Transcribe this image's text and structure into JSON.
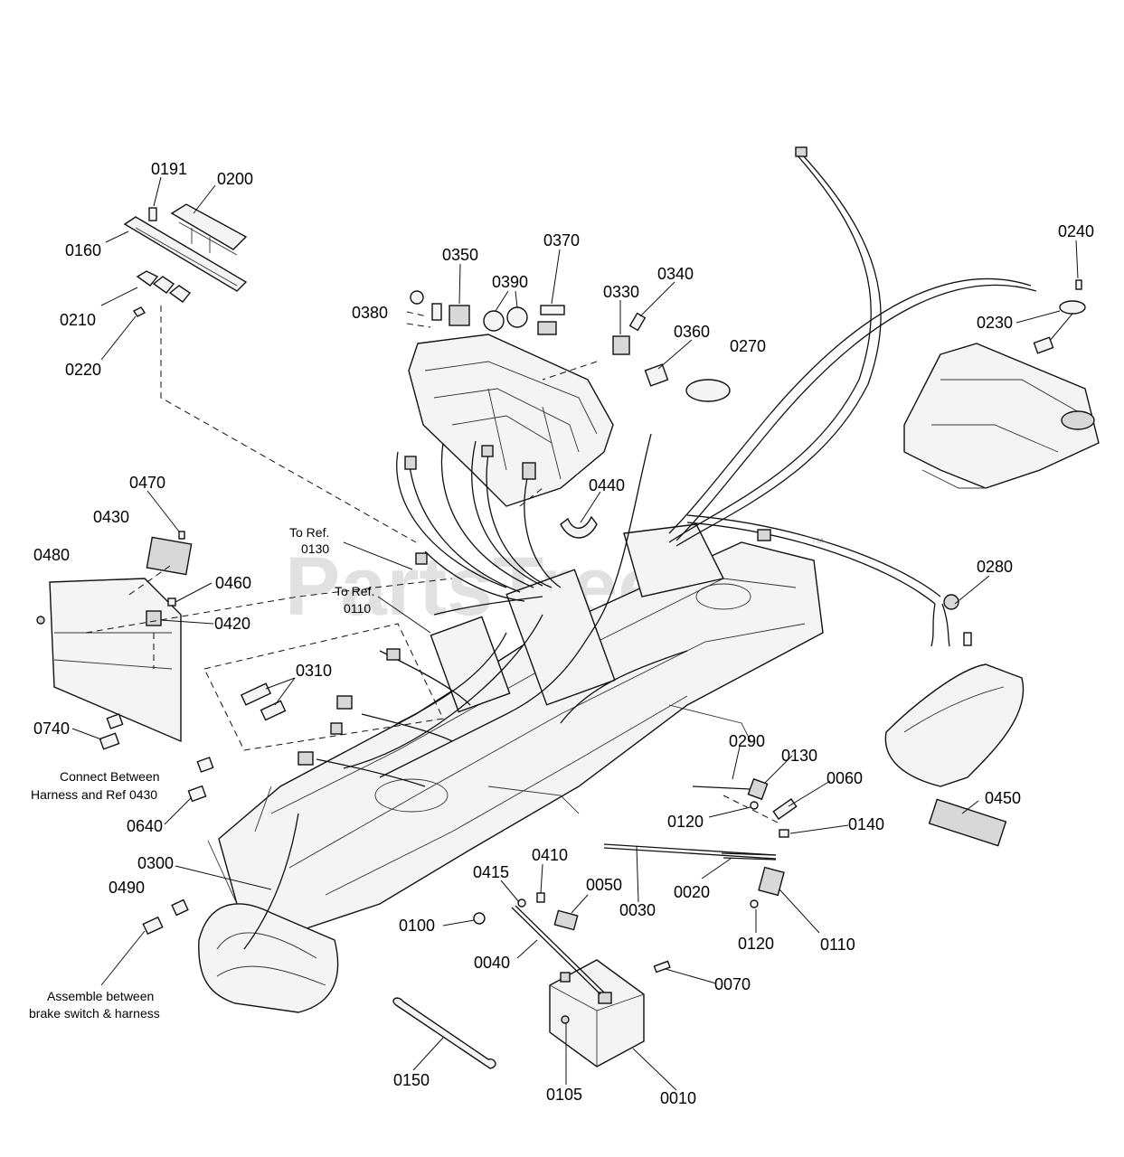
{
  "watermark": {
    "text": "PartsTree",
    "trademark": "™"
  },
  "notes": {
    "to_ref_0130_line1": "To Ref.",
    "to_ref_0130_line2": "0130",
    "to_ref_0110_line1": "To Ref.",
    "to_ref_0110_line2": "0110",
    "connect_line1": "Connect Between",
    "connect_line2": "Harness and Ref 0430",
    "assemble_line1": "Assemble between",
    "assemble_line2": "brake switch & harness"
  },
  "callouts": {
    "p0191": "0191",
    "p0200": "0200",
    "p0160": "0160",
    "p0210": "0210",
    "p0220": "0220",
    "p0350": "0350",
    "p0370": "0370",
    "p0390": "0390",
    "p0380": "0380",
    "p0330": "0330",
    "p0340": "0340",
    "p0360": "0360",
    "p0270": "0270",
    "p0240": "0240",
    "p0230": "0230",
    "p0470": "0470",
    "p0430": "0430",
    "p0480": "0480",
    "p0460": "0460",
    "p0420": "0420",
    "p0440": "0440",
    "p0280": "0280",
    "p0310": "0310",
    "p0740": "0740",
    "p0640": "0640",
    "p0290": "0290",
    "p0130": "0130",
    "p0060": "0060",
    "p0120a": "0120",
    "p0140": "0140",
    "p0450": "0450",
    "p0300": "0300",
    "p0490": "0490",
    "p0410": "0410",
    "p0415": "0415",
    "p0050": "0050",
    "p0030": "0030",
    "p0020": "0020",
    "p0100": "0100",
    "p0040": "0040",
    "p0120b": "0120",
    "p0110": "0110",
    "p0070": "0070",
    "p0150": "0150",
    "p0105": "0105",
    "p0010": "0010"
  }
}
